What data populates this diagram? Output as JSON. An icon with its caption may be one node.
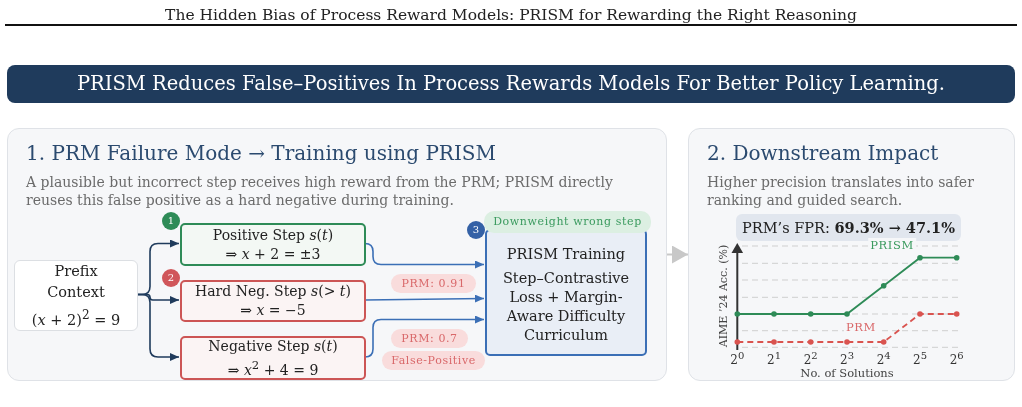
{
  "diagram": {
    "title": "The Hidden Bias of Process Reward Models: PRISM for Rewarding the Right Reasoning",
    "nodes": [
      {
        "text": [
          "PRISM Reduces False–Positives In Process Rewards Models For Better Policy Learning."
        ]
      },
      {
        "text": [
          "1. PRM Failure Mode → Training using PRISM",
          "A plausible but incorrect step receives high reward from the PRM; PRISM directly reuses this false positive as a hard negative during training."
        ]
      },
      {
        "text": [
          "Prefix Context",
          "(*x* + 2)$^{2}$ = 9"
        ],
        "in": 1
      },
      {
        "text": [
          "1"
        ],
        "in": 1
      },
      {
        "text": [
          "Positive Step *s*(*t*)",
          "⇒ *x* + 2 = ±3"
        ],
        "in": 1
      },
      {
        "text": [
          "2"
        ],
        "in": 1
      },
      {
        "text": [
          "Hard Neg. Step *s*(> *t*)",
          "⇒ *x* = −5"
        ],
        "in": 1
      },
      {
        "text": [
          "PRM: 0.91"
        ],
        "in": 1
      },
      {
        "text": [
          "Negative Step *s*(*t*)",
          "⇒ *x*$^{2}$ + 4 = 9"
        ],
        "in": 1
      },
      {
        "text": [
          "PRM: 0.7"
        ],
        "in": 1
      },
      {
        "text": [
          "False-Positive"
        ],
        "in": 1
      },
      {
        "text": [
          "3"
        ],
        "in": 1
      },
      {
        "text": [
          "Downweight wrong step"
        ],
        "in": 1
      },
      {
        "text": [
          "PRISM Training",
          "Step–Contrastive Loss + Margin-Aware Difficulty Curriculum"
        ],
        "in": 1
      },
      {
        "text": [
          "2. Downstream Impact",
          "Higher precision translates into safer ranking and guided search."
        ]
      },
      {
        "text": [
          "PRM’s FPR: **69.3% → 47.1%**"
        ],
        "in": 14
      }
    ],
    "edges": [
      {
        "from": 2,
        "to": 4,
        "arrow": "to"
      },
      {
        "from": 2,
        "to": 6,
        "arrow": "to"
      },
      {
        "from": 2,
        "to": 8,
        "arrow": "to"
      },
      {
        "from": 4,
        "to": 13,
        "arrow": "to",
        "color": "#3b6fb6"
      },
      {
        "from": 6,
        "to": 13,
        "arrow": "to",
        "color": "#3b6fb6"
      },
      {
        "from": 8,
        "to": 13,
        "arrow": "to",
        "color": "#3b6fb6"
      },
      {
        "from": 1,
        "to": 14,
        "arrow": "to",
        "color": "#c8c8c8"
      }
    ],
    "labels": [
      "PRISM",
      "PRM",
      "AIME ’24 Acc. (%)",
      "2$^{0}$",
      "2$^{1}$",
      "2$^{2}$",
      "2$^{3}$",
      "2$^{4}$",
      "2$^{5}$",
      "2$^{6}$",
      "No. of Solutions"
    ]
  }
}
